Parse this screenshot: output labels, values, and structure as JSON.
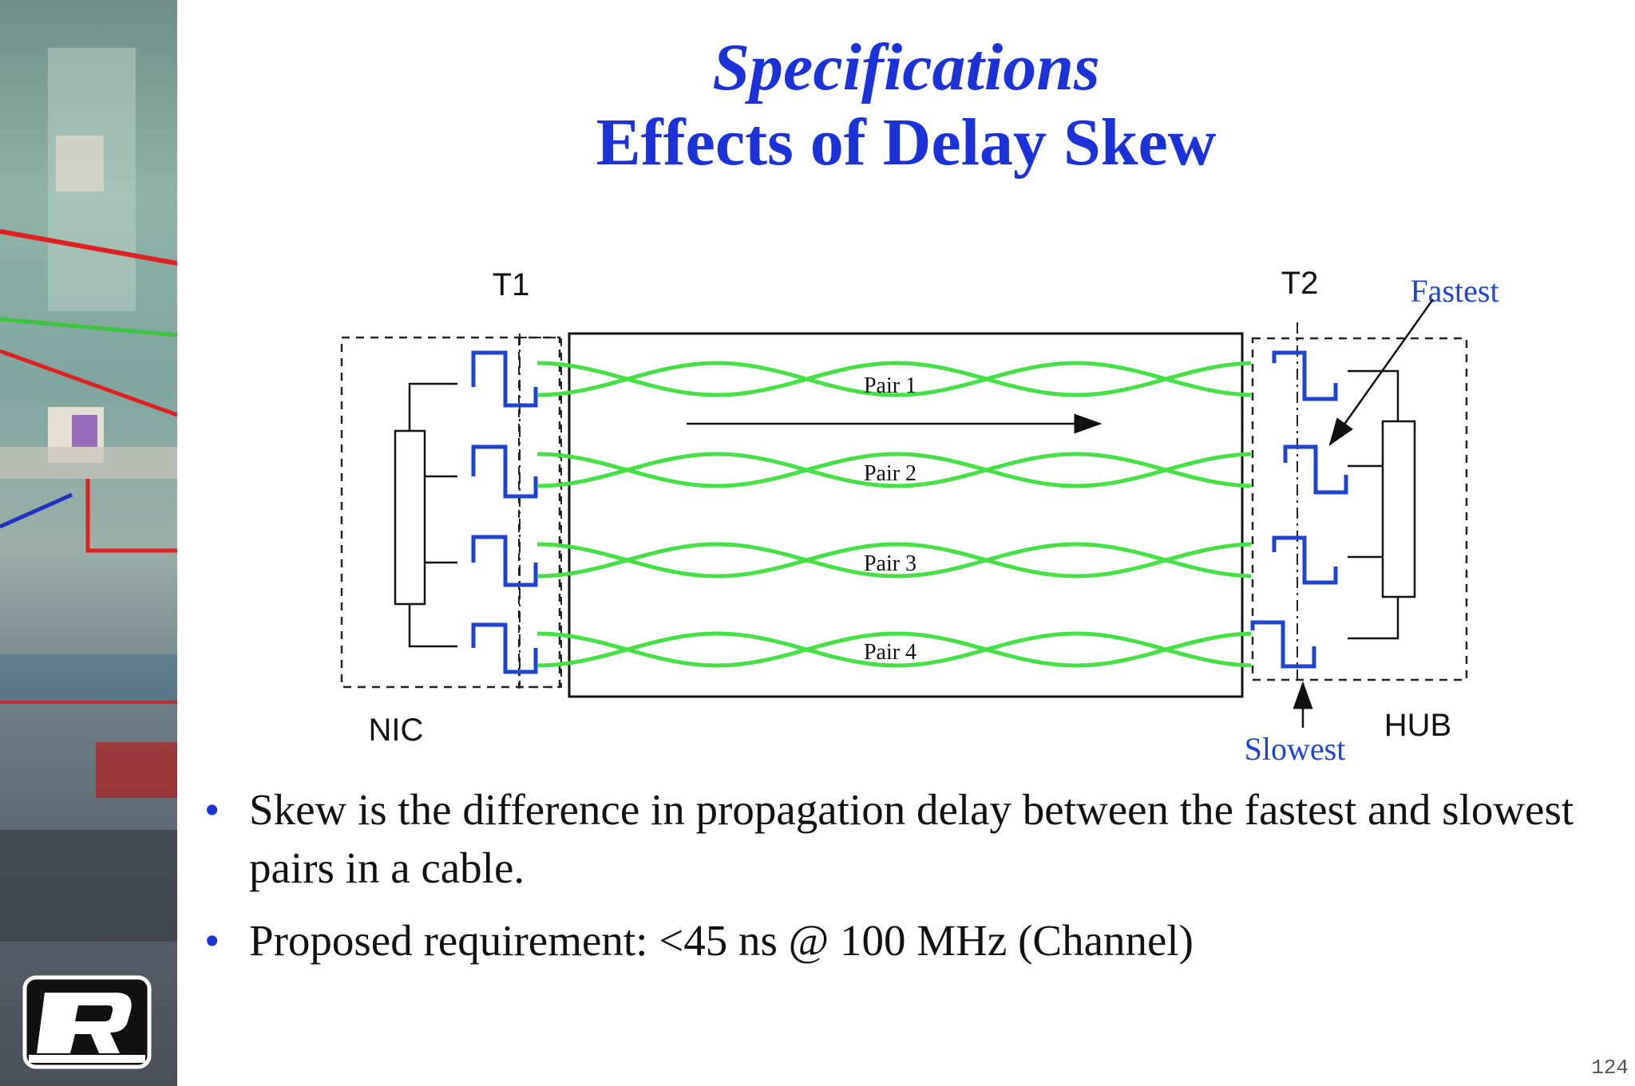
{
  "slide": {
    "title_line1": "Specifications",
    "title_line2": "Effects of Delay Skew",
    "page_number": "124"
  },
  "diagram": {
    "label_t1": "T1",
    "label_t2": "T2",
    "label_nic": "NIC",
    "label_hub": "HUB",
    "label_fastest": "Fastest",
    "label_slowest": "Slowest",
    "pairs": [
      "Pair 1",
      "Pair 2",
      "Pair 3",
      "Pair 4"
    ],
    "colors": {
      "wire": "#44e044",
      "pulse": "#1f45d0",
      "label_blue": "#1f45d0"
    }
  },
  "bullets": [
    "Skew is the difference in propagation delay between the fastest and slowest pairs in a cable.",
    "Proposed requirement:  <45 ns @ 100 MHz (Channel)"
  ]
}
